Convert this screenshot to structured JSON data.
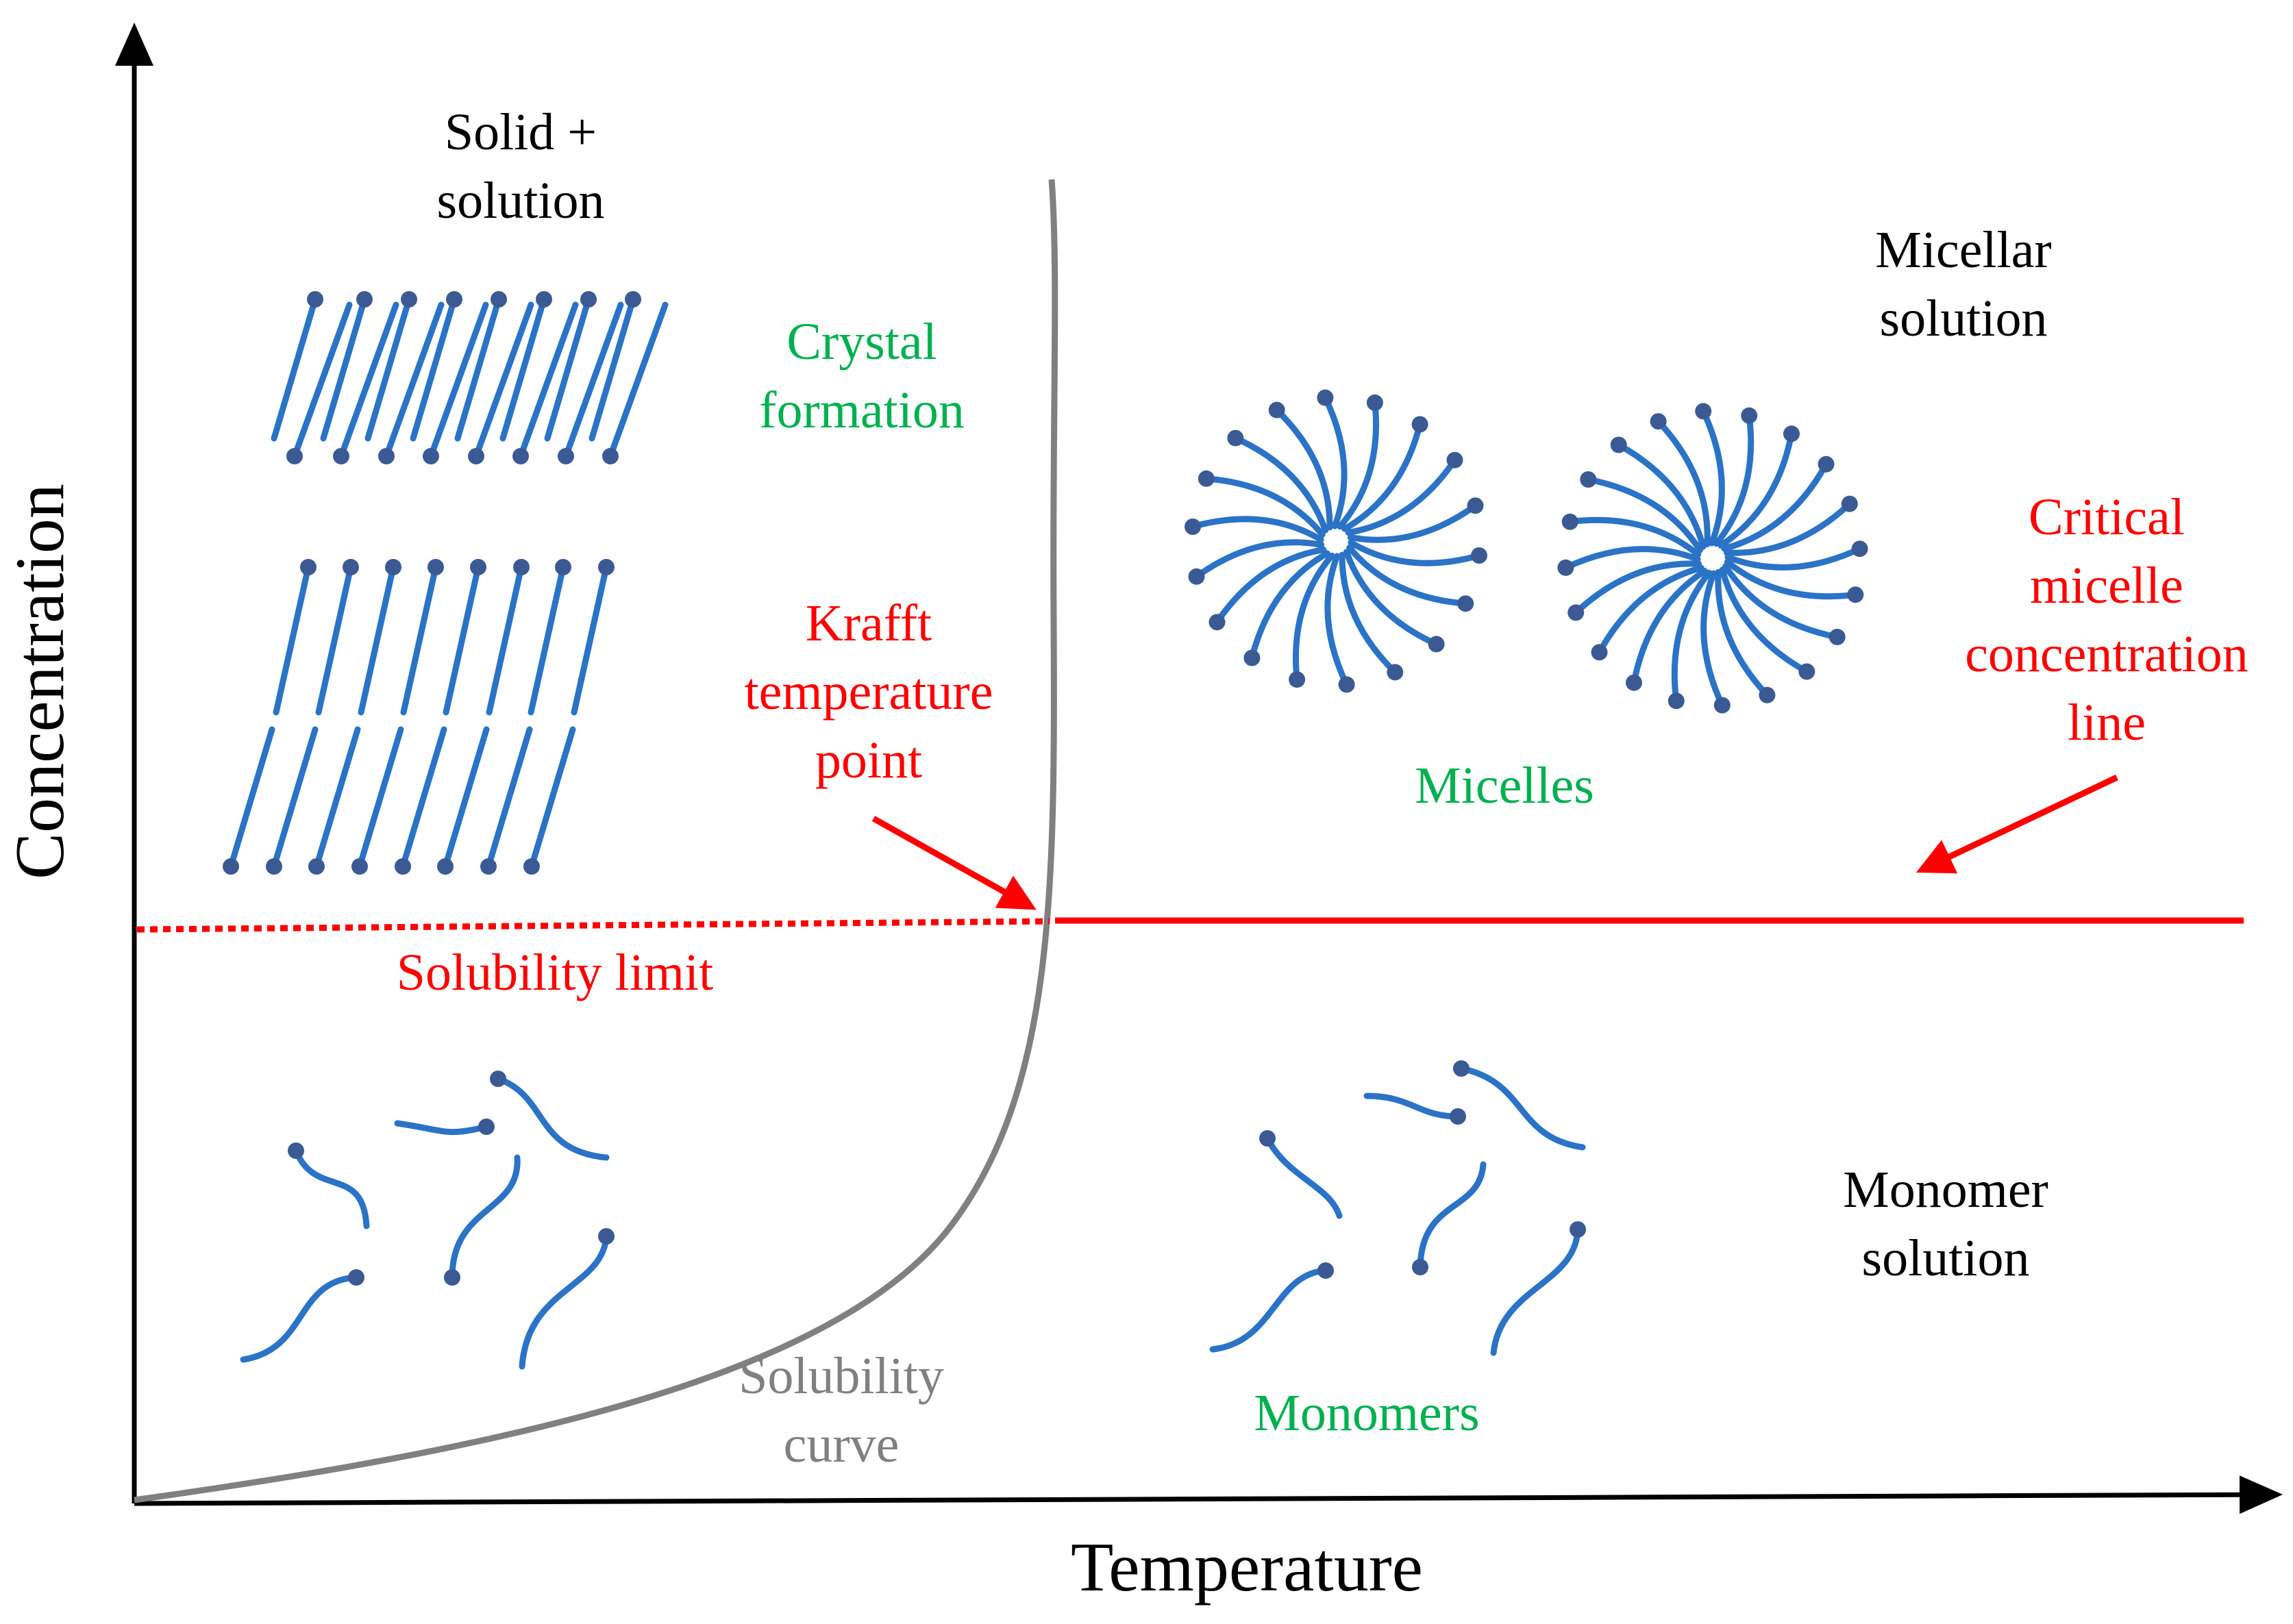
{
  "axes": {
    "x_label": "Temperature",
    "y_label": "Concentration"
  },
  "regions": {
    "solid_solution": [
      "Solid +",
      "solution"
    ],
    "micellar_solution": [
      "Micellar",
      "solution"
    ],
    "monomer_solution": [
      "Monomer",
      "solution"
    ]
  },
  "species": {
    "crystal": [
      "Crystal",
      "formation"
    ],
    "micelles": "Micelles",
    "monomers": "Monomers"
  },
  "annotations": {
    "krafft": [
      "Krafft",
      "temperature",
      "point"
    ],
    "cmc": [
      "Critical",
      "micelle",
      "concentration",
      "line"
    ],
    "solubility_limit": "Solubility limit",
    "solubility_curve": [
      "Solubility",
      "curve"
    ]
  },
  "colors": {
    "axis": "#000000",
    "curve": "#808080",
    "cmc_line": "#ff0000",
    "red_text": "#ff0000",
    "green_text": "#00b050",
    "gray_text": "#808080",
    "surfactant_tail": "#2a73c6",
    "surfactant_head": "#3b5a94"
  }
}
